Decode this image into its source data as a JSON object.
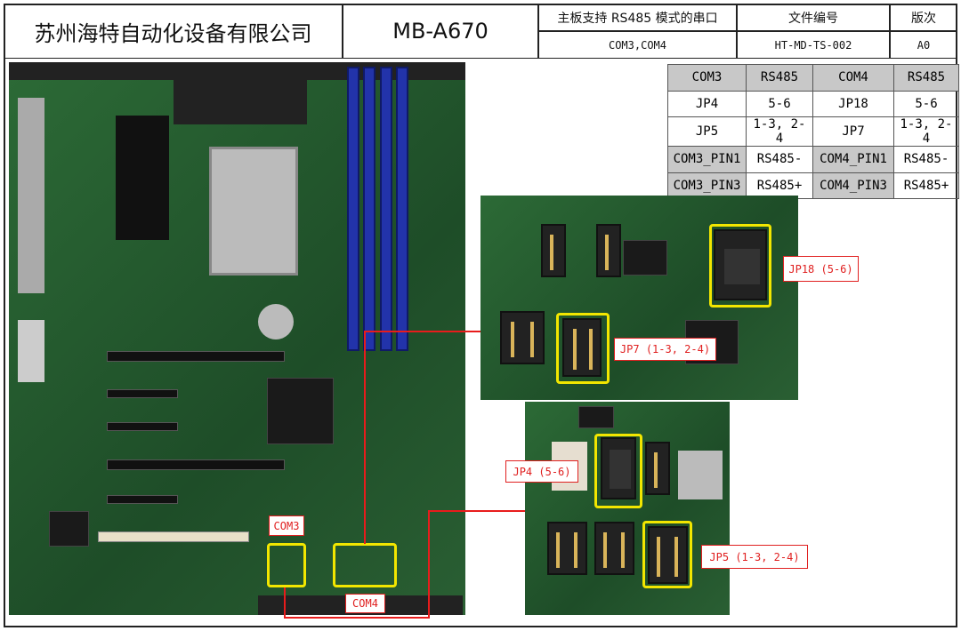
{
  "header": {
    "company": "苏州海特自动化设备有限公司",
    "model": "MB-A670",
    "subject_label": "主板支持 RS485 模式的串口",
    "subject_value": "COM3,COM4",
    "doc_no_label": "文件编号",
    "doc_no_value": "HT-MD-TS-002",
    "version_label": "版次",
    "version_value": "A0"
  },
  "jumper_table": {
    "rows": [
      [
        "COM3",
        "RS485",
        "COM4",
        "RS485"
      ],
      [
        "JP4",
        "5-6",
        "JP18",
        "5-6"
      ],
      [
        "JP5",
        "1-3, 2-4",
        "JP7",
        "1-3, 2-4"
      ],
      [
        "COM3_PIN1",
        "RS485-",
        "COM4_PIN1",
        "RS485-"
      ],
      [
        "COM3_PIN3",
        "RS485+",
        "COM4_PIN3",
        "RS485+"
      ]
    ]
  },
  "annotations": {
    "com3": "COM3",
    "com4": "COM4",
    "jp18": "JP18 (5-6)",
    "jp7": "JP7 (1-3, 2-4)",
    "jp4": "JP4 (5-6)",
    "jp5": "JP5 (1-3, 2-4)"
  },
  "colors": {
    "highlight": "#f2e600",
    "arrow": "#e81c1c",
    "header_gray": "#c8c8c8"
  }
}
